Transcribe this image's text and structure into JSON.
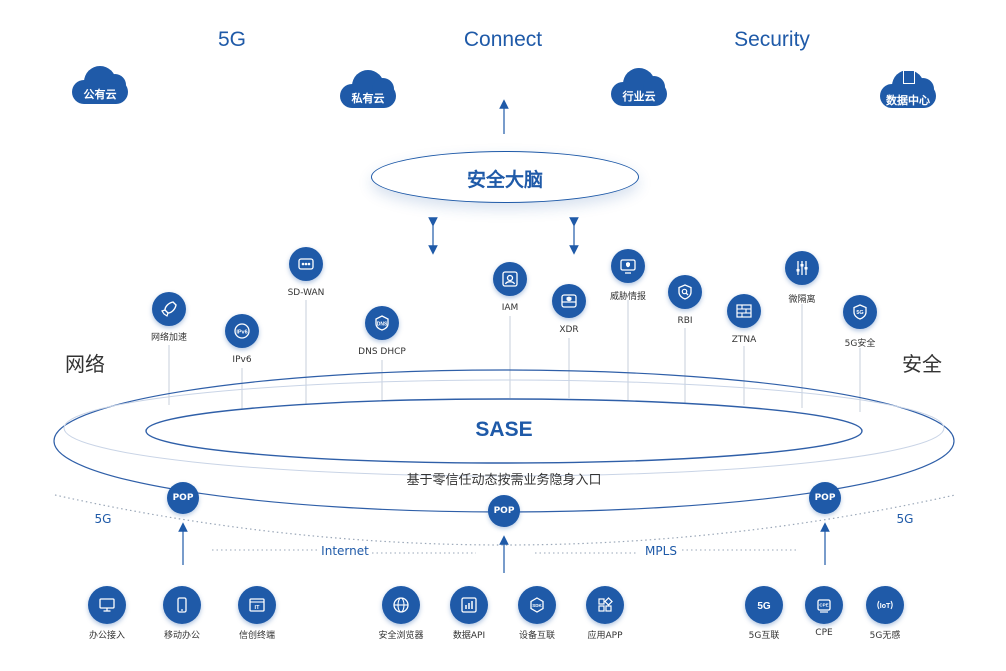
{
  "header": {
    "left": "5G",
    "center": "Connect",
    "right": "Security"
  },
  "clouds": [
    {
      "label": "公有云",
      "icon": "cloud-icon"
    },
    {
      "label": "私有云",
      "icon": "cloud-icon"
    },
    {
      "label": "行业云",
      "icon": "cloud-icon"
    },
    {
      "label": "数据中心",
      "icon": "datacenter-cloud-icon"
    }
  ],
  "brain": {
    "label": "安全大脑"
  },
  "sides": {
    "left": "网络",
    "right": "安全"
  },
  "capabilities": [
    {
      "label": "网络加速",
      "icon": "rocket-icon"
    },
    {
      "label": "IPv6",
      "icon": "ipv6-icon"
    },
    {
      "label": "SD-WAN",
      "icon": "network-switch-icon"
    },
    {
      "label": "DNS DHCP",
      "icon": "dns-icon"
    },
    {
      "label": "IAM",
      "icon": "identity-icon"
    },
    {
      "label": "XDR",
      "icon": "shield-drive-icon"
    },
    {
      "label": "威胁情报",
      "icon": "threat-monitor-icon"
    },
    {
      "label": "RBI",
      "icon": "shield-search-icon"
    },
    {
      "label": "ZTNA",
      "icon": "firewall-icon"
    },
    {
      "label": "微隔离",
      "icon": "sliders-icon"
    },
    {
      "label": "5G安全",
      "icon": "5g-shield-icon"
    }
  ],
  "sase": {
    "title": "SASE",
    "subtitle": "基于零信任动态按需业务隐身入口"
  },
  "pop": [
    "POP",
    "POP",
    "POP"
  ],
  "links": {
    "left_5g": "5G",
    "right_5g": "5G",
    "internet": "Internet",
    "mpls": "MPLS"
  },
  "endpoints": [
    {
      "label": "办公接入",
      "icon": "monitor-icon"
    },
    {
      "label": "移动办公",
      "icon": "phone-icon"
    },
    {
      "label": "信创终端",
      "icon": "it-terminal-icon"
    },
    {
      "label": "安全浏览器",
      "icon": "globe-icon"
    },
    {
      "label": "数据API",
      "icon": "chart-icon"
    },
    {
      "label": "设备互联",
      "icon": "sdk-icon"
    },
    {
      "label": "应用APP",
      "icon": "apps-grid-icon"
    },
    {
      "label": "5G互联",
      "icon": "5g-icon"
    },
    {
      "label": "CPE",
      "icon": "cpe-device-icon"
    },
    {
      "label": "5G无感",
      "icon": "iot-icon"
    }
  ],
  "colors": {
    "primary": "#1f5aa8",
    "line": "#2f5fa8",
    "text": "#333333"
  }
}
